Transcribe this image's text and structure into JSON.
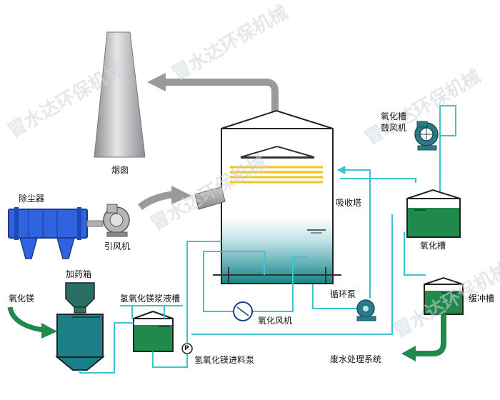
{
  "labels": {
    "chimney": "烟囱",
    "dust_collector": "除尘器",
    "induced_fan": "引风机",
    "dosing_box": "加药箱",
    "magnesium_oxide": "氧化镁",
    "mgoh_slurry_tank": "氢氧化镁浆液槽",
    "mgoh_feed_pump": "氢氧化镁进料泵",
    "absorption_tower": "吸收塔",
    "oxidation_fan": "氧化风机",
    "circulation_pump": "循环泵",
    "oxidation_tank_blower_line1": "氧化槽",
    "oxidation_tank_blower_line2": "鼓风机",
    "oxidation_tank": "氧化槽",
    "buffer_tank": "缓冲槽",
    "wastewater_system": "废水处理系统",
    "pump_symbol": "P"
  },
  "watermark": "冒水达环保机械",
  "colors": {
    "pipe": "#3fc4cf",
    "liquid_green": "#1f8a4c",
    "liquid_teal": "#1a7f86",
    "equipment_blue": "#2f63e0",
    "steel": "#a9aaad",
    "arrow_gray": "#9a9a9a",
    "spray_yellow": "#f5c21b"
  }
}
